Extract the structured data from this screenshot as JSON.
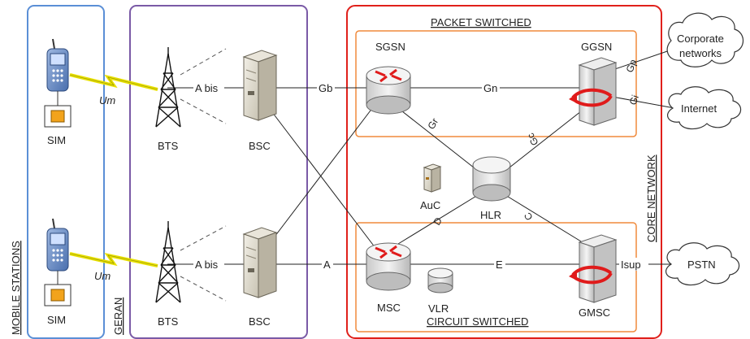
{
  "groups": {
    "mobile_stations": "MOBILE STATIONS",
    "geran": "GERAN",
    "packet_switched": "PACKET SWITCHED",
    "circuit_switched": "CIRCUIT SWITCHED",
    "core_network": "CORE NETWORK"
  },
  "nodes": {
    "sim_top": "SIM",
    "sim_bottom": "SIM",
    "bts_top": "BTS",
    "bts_bottom": "BTS",
    "bsc_top": "BSC",
    "bsc_bottom": "BSC",
    "sgsn": "SGSN",
    "ggsn": "GGSN",
    "msc": "MSC",
    "vlr": "VLR",
    "hlr": "HLR",
    "auc": "AuC",
    "gmsc": "GMSC"
  },
  "clouds": {
    "corporate_line1": "Corporate",
    "corporate_line2": "networks",
    "internet": "Internet",
    "pstn": "PSTN"
  },
  "interfaces": {
    "um_top": "Um",
    "um_bottom": "Um",
    "abis_top": "A bis",
    "abis_bottom": "A bis",
    "gb": "Gb",
    "gn": "Gn",
    "a": "A",
    "e": "E",
    "gr": "Gr",
    "gc": "Gc",
    "d": "D",
    "c": "C",
    "gp": "Gp",
    "gi": "Gi",
    "isup": "Isup"
  },
  "colors": {
    "mobile_box": "#5b8fd6",
    "geran_box": "#7a5aa6",
    "core_box": "#e0201b",
    "switched_box": "#f08a3c",
    "lightning": "#e8e000",
    "router_red": "#e01b1b"
  }
}
